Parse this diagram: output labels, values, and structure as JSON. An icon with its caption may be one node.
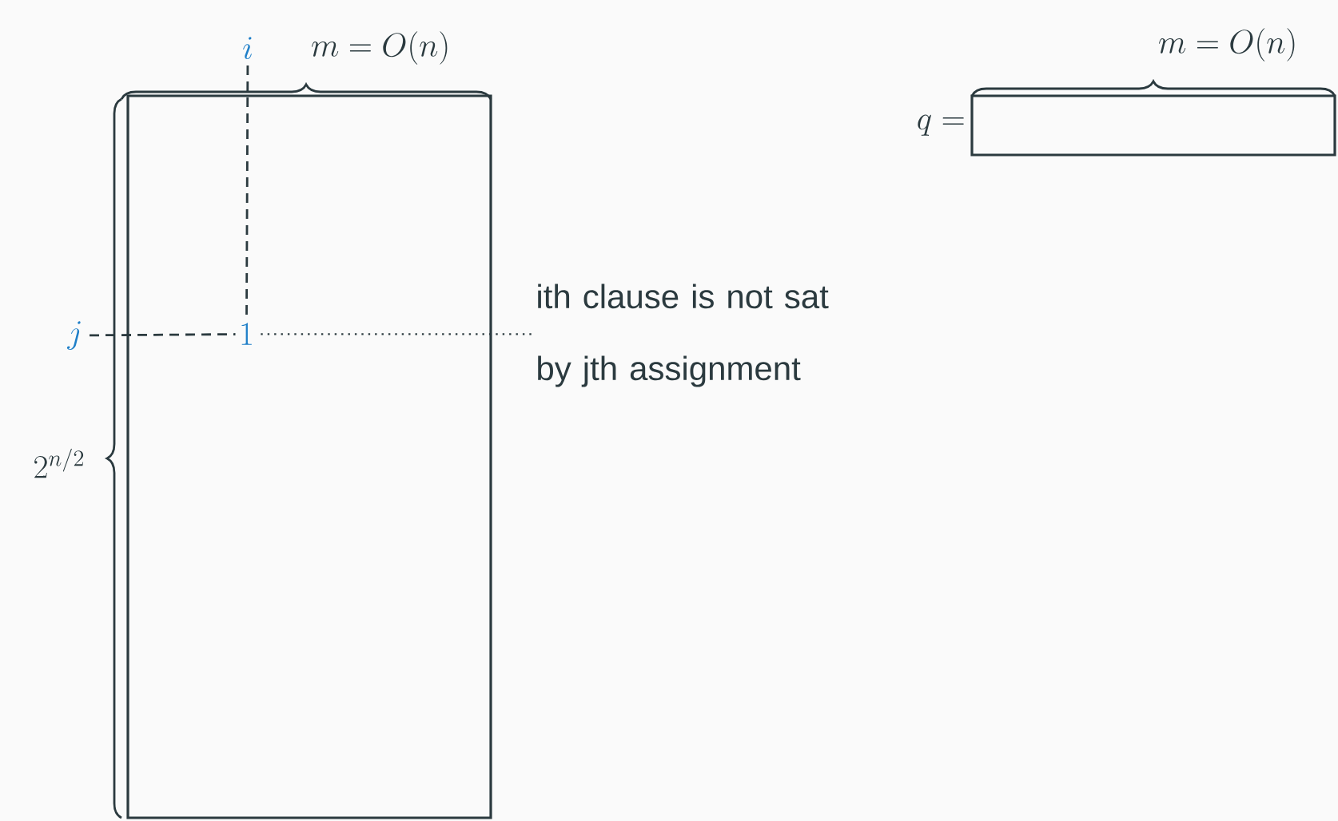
{
  "diagram": {
    "nodes": [
      {
        "text": [],
        "shape": "box"
      },
      {
        "text": [
          "1"
        ],
        "in": 0
      },
      {
        "text": [
          "ith clause is not sat by jth assignment"
        ]
      },
      {
        "text": [
          "i"
        ]
      },
      {
        "text": [
          "j"
        ]
      },
      {
        "text": [],
        "shape": "box",
        "beside": [
          "q ="
        ]
      }
    ],
    "edges": [
      {
        "from": 3,
        "to": 1,
        "arrow": "none",
        "style": "dashed"
      },
      {
        "from": 4,
        "to": 1,
        "arrow": "none",
        "style": "dashed"
      },
      {
        "from": 1,
        "to": 2,
        "arrow": "none"
      }
    ],
    "labels": [
      "m = O(n)",
      "2^{n/2}",
      "m = O(n)"
    ]
  }
}
